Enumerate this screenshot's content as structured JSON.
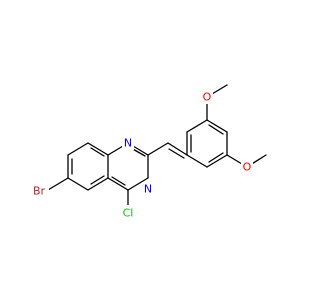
{
  "molecule": {
    "atoms": {
      "n1": {
        "symbol": "N",
        "color": "#0000ff"
      },
      "n3": {
        "symbol": "N",
        "color": "#0000ff"
      },
      "br": {
        "symbol": "Br",
        "color": "#a52a2a"
      },
      "cl": {
        "symbol": "Cl",
        "color": "#00cc00"
      },
      "o_top": {
        "symbol": "O",
        "color": "#ff0000"
      },
      "o_bottom": {
        "symbol": "O",
        "color": "#ff0000"
      }
    }
  }
}
